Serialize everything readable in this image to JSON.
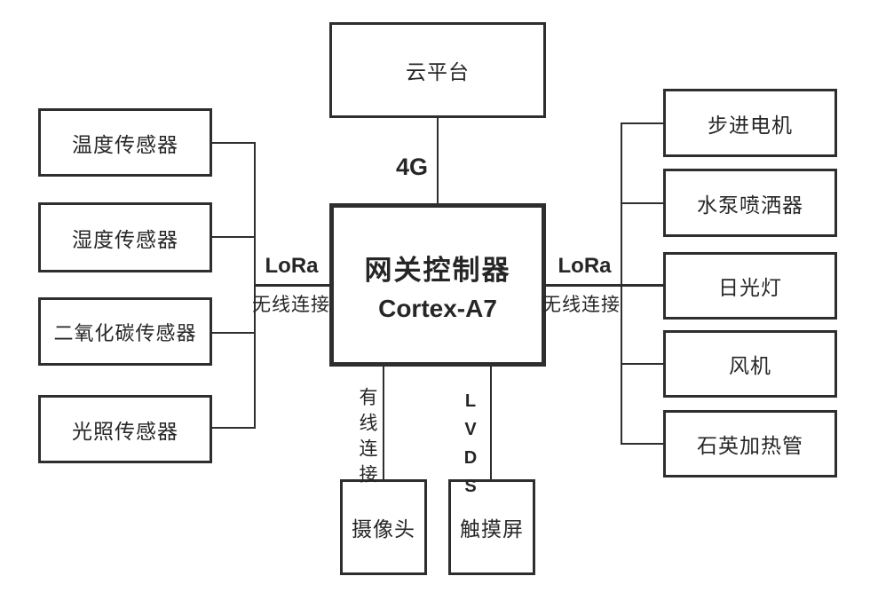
{
  "diagram": {
    "cloud": {
      "label": "云平台"
    },
    "gateway": {
      "title": "网关控制器",
      "subtitle": "Cortex-A7"
    },
    "links": {
      "cloud_gateway": "4G",
      "left_protocol": "LoRa",
      "left_type": "无线连接",
      "right_protocol": "LoRa",
      "right_type": "无线连接",
      "camera_link": "有线连接",
      "touchscreen_link": "LVDS"
    },
    "sensors": [
      {
        "label": "温度传感器"
      },
      {
        "label": "湿度传感器"
      },
      {
        "label": "二氧化碳传感器"
      },
      {
        "label": "光照传感器"
      }
    ],
    "actuators": [
      {
        "label": "步进电机"
      },
      {
        "label": "水泵喷洒器"
      },
      {
        "label": "日光灯"
      },
      {
        "label": "风机"
      },
      {
        "label": "石英加热管"
      }
    ],
    "bottom_devices": [
      {
        "label": "摄像头"
      },
      {
        "label": "触摸屏"
      }
    ],
    "colors": {
      "line": "#2e2e2e",
      "text": "#262626",
      "background": "#ffffff"
    }
  }
}
